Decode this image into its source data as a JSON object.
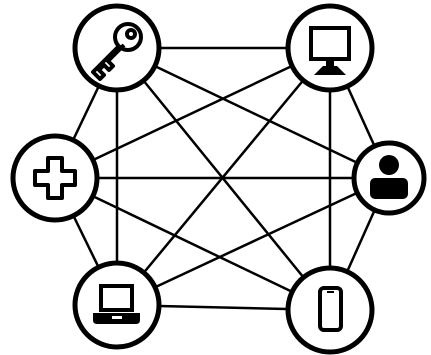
{
  "diagram": {
    "type": "full-mesh-network",
    "stroke_color": "#000000",
    "background_color": "#ffffff",
    "nodes": [
      {
        "id": "key",
        "icon": "key-icon"
      },
      {
        "id": "monitor",
        "icon": "monitor-icon"
      },
      {
        "id": "user",
        "icon": "user-icon"
      },
      {
        "id": "phone",
        "icon": "phone-icon"
      },
      {
        "id": "laptop",
        "icon": "laptop-icon"
      },
      {
        "id": "plus",
        "icon": "plus-icon"
      }
    ],
    "connections": "all-to-all"
  }
}
